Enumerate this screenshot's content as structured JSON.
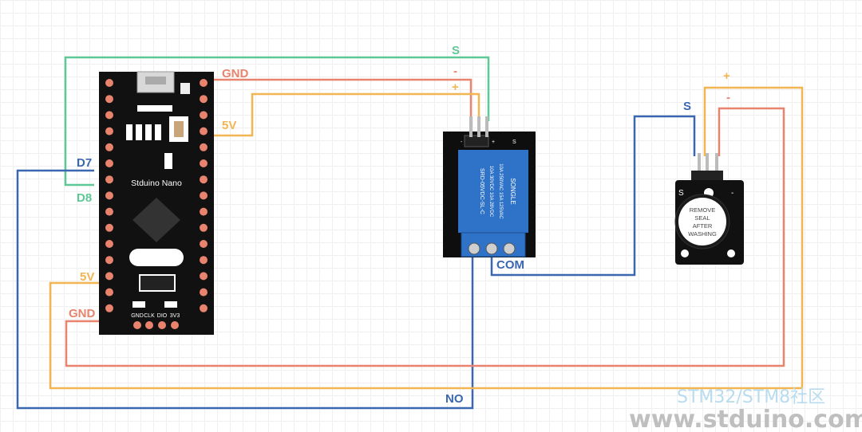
{
  "colors": {
    "signal_green": "#5ec896",
    "gnd_salmon": "#e8836d",
    "power_orange": "#f2b552",
    "signal_blue": "#3a67b0",
    "board_black": "#111111",
    "relay_blue": "#2f73c9",
    "pin_salmon": "#e8836d"
  },
  "labels": {
    "top_s": "S",
    "top_gnd": "GND",
    "top_minus": "-",
    "top_plus": "+",
    "top_5v": "5V",
    "d7": "D7",
    "d8": "D8",
    "left_5v": "5V",
    "left_gnd": "GND",
    "com": "COM",
    "no": "NO",
    "buzzer_s": "S",
    "buzzer_plus": "+",
    "buzzer_minus": "-"
  },
  "board": {
    "name": "Stduino Nano",
    "bottom_pins": [
      "GND",
      "CLK",
      "DIO",
      "3V3"
    ]
  },
  "buzzer": {
    "pin_s": "S",
    "pin_minus": "-",
    "sticker": [
      "REMOVE",
      "SEAL",
      "AFTER",
      "WASHING"
    ]
  },
  "relay": {
    "plus": "+",
    "minus": "-",
    "s": "S",
    "text_lines": [
      "SONGLE",
      "10A 250VAC 15A 125VAC",
      "10A 30VDC 10A 28VDC",
      "SRD-05VDC-SL-C"
    ]
  },
  "watermark": {
    "line1": "STM32/STM8社区",
    "line2": "www.stduino.com"
  }
}
